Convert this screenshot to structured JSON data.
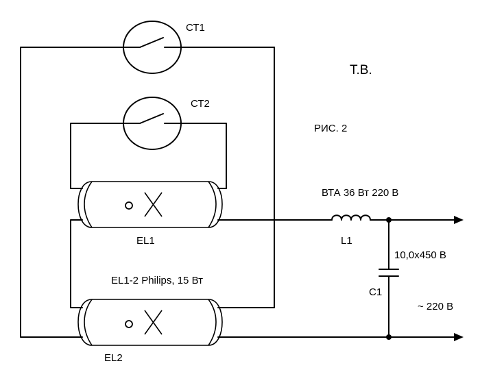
{
  "diagram": {
    "title": "Т.В.",
    "figure_label": "РИС. 2",
    "starters": {
      "st1": "СТ1",
      "st2": "СТ2"
    },
    "lamps": {
      "el1": "EL1",
      "el2": "EL2",
      "spec": "EL1-2 Philips, 15 Вт"
    },
    "ballast": {
      "spec": "ВТА 36 Вт 220 В",
      "designator": "L1"
    },
    "capacitor": {
      "designator": "C1",
      "value": "10,0x450 В"
    },
    "supply": "~ 220 В"
  }
}
